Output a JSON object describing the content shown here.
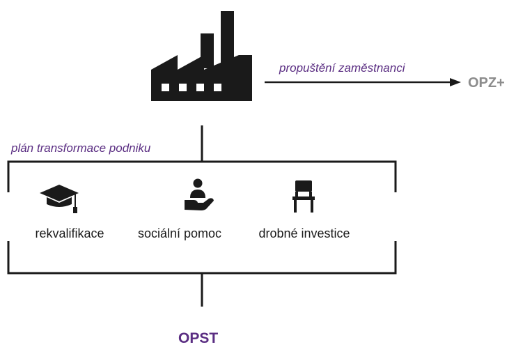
{
  "factory": {
    "icon": "factory-icon"
  },
  "arrow": {
    "label": "propuštění zaměstnanci",
    "target": "OPZ+"
  },
  "plan": {
    "label": "plán transformace podniku"
  },
  "services": [
    {
      "icon": "graduation-cap-icon",
      "label": "rekvalifikace"
    },
    {
      "icon": "hand-holding-person-icon",
      "label": "sociální pomoc"
    },
    {
      "icon": "chair-icon",
      "label": "drobné investice"
    }
  ],
  "bottom": {
    "label": "OPST"
  },
  "colors": {
    "accent_purple": "#5a2d82",
    "grey_label": "#8c8c8c",
    "line": "#1a1a1a"
  }
}
